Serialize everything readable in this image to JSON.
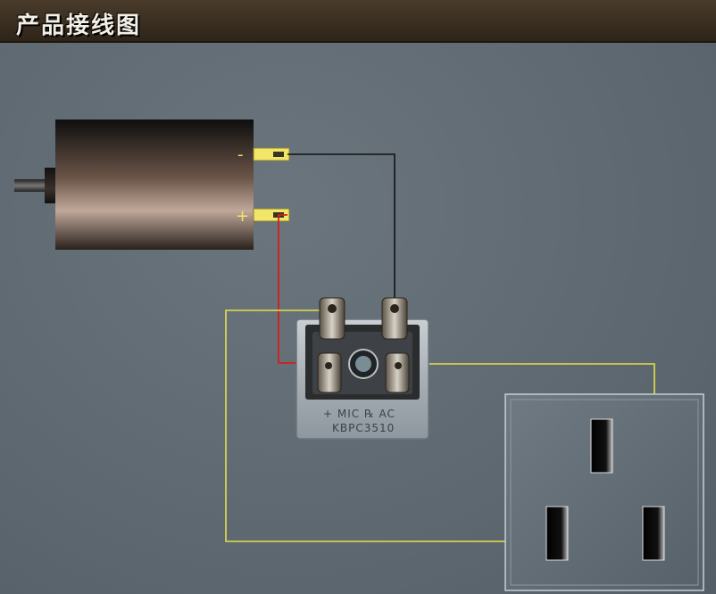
{
  "header": {
    "title": "产品接线图"
  },
  "motor": {
    "minus_label": "-",
    "plus_label": "+"
  },
  "bridge": {
    "line1": "+ MIC ℞ AC",
    "line2": "KBPC3510"
  },
  "colors": {
    "header_bg": "#3a2d1f",
    "canvas_bg": "#5f6a72",
    "wire_black": "#111111",
    "wire_red": "#d21f1f",
    "wire_yellow": "#e6e04a",
    "terminal_yellow": "#f2e66a"
  }
}
